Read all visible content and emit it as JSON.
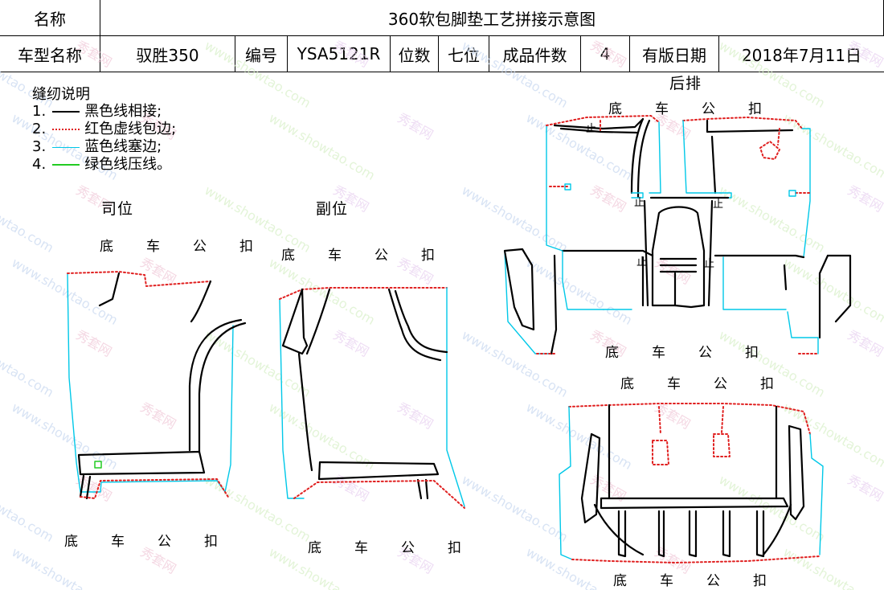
{
  "header": {
    "name_label": "名称",
    "title": "360软包脚垫工艺拼接示意图",
    "model_label": "车型名称",
    "model_value": "驭胜350",
    "code_label": "编号",
    "code_value": "YSA5121R",
    "seats_label": "位数",
    "seats_value": "七位",
    "pieces_label": "成品件数",
    "pieces_value": "4",
    "date_label": "有版日期",
    "date_value": "2018年7月11日"
  },
  "legend": {
    "title": "缝纫说明",
    "items": [
      {
        "num": "1.",
        "text": "黑色线相接;",
        "color": "#000000",
        "style": "solid"
      },
      {
        "num": "2.",
        "text": "红色虚线包边;",
        "color": "#e02020",
        "style": "dotted"
      },
      {
        "num": "3.",
        "text": "蓝色线塞边;",
        "color": "#00c8e8",
        "style": "solid"
      },
      {
        "num": "4.",
        "text": "绿色线压线。",
        "color": "#22cc22",
        "style": "solid"
      }
    ]
  },
  "sections": {
    "driver": "司位",
    "passenger": "副位",
    "rear": "后排"
  },
  "fastener_chars": [
    "底",
    "车",
    "公",
    "扣"
  ],
  "stop_mark": "止",
  "watermark": {
    "site": "www.showtao.com",
    "brand": "秀套网"
  },
  "colors": {
    "black": "#000000",
    "red": "#e02020",
    "cyan": "#00c8e8",
    "green": "#22cc22"
  }
}
